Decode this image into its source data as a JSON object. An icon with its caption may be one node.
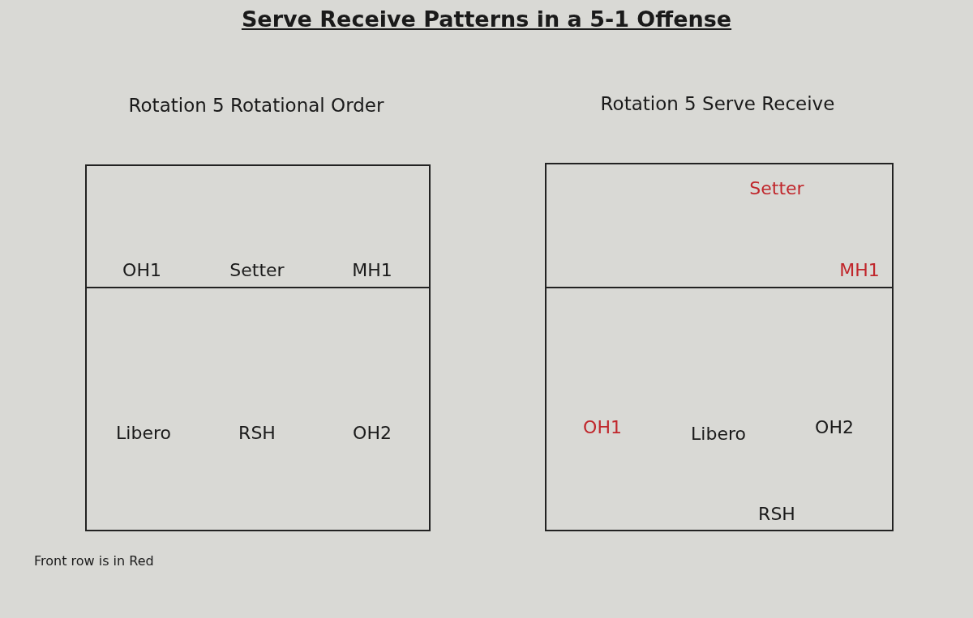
{
  "diagram": {
    "title": "Serve Receive Patterns in a 5-1 Offense",
    "caption": "Front row is in Red",
    "nodes": [
      {
        "text": [
          "Rotation 5 Rotational Order"
        ]
      },
      {
        "text": [
          "Rotation 5 Serve Receive"
        ]
      }
    ],
    "labels": [
      "OH1",
      "Setter",
      "MH1",
      "Libero",
      "RSH",
      "OH2",
      "Setter",
      "MH1",
      "OH1",
      "Libero",
      "OH2",
      "RSH"
    ]
  }
}
